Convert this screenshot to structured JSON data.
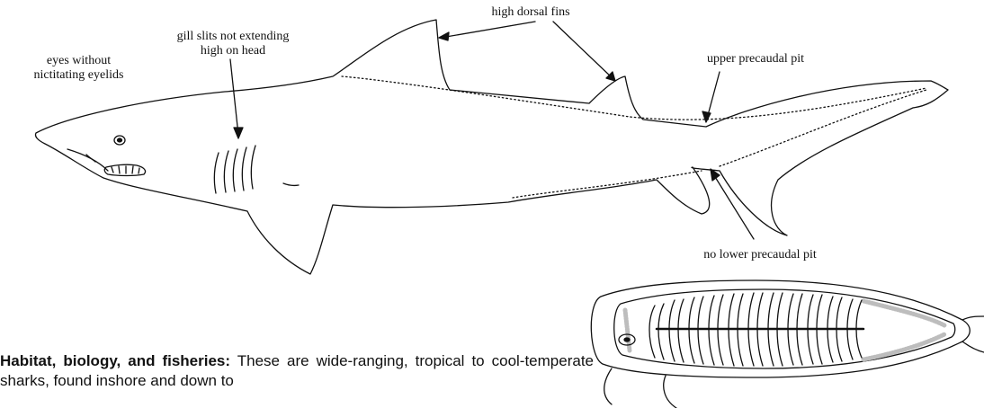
{
  "labels": {
    "high_dorsal_fins": "high dorsal fins",
    "gill_slits_line1": "gill slits not extending",
    "gill_slits_line2": "high on head",
    "eyes_line1": "eyes without",
    "eyes_line2": "nictitating eyelids",
    "upper_precaudal_pit": "upper precaudal pit",
    "no_lower_precaudal_pit": "no lower precaudal pit"
  },
  "habitat": {
    "heading": "Habitat, biology, and fisheries:",
    "text": " These are wide-ranging, tropical to cool-temperate sharks, found inshore and down to"
  },
  "colors": {
    "ink": "#111111",
    "stipple": "#bdbdbd"
  }
}
